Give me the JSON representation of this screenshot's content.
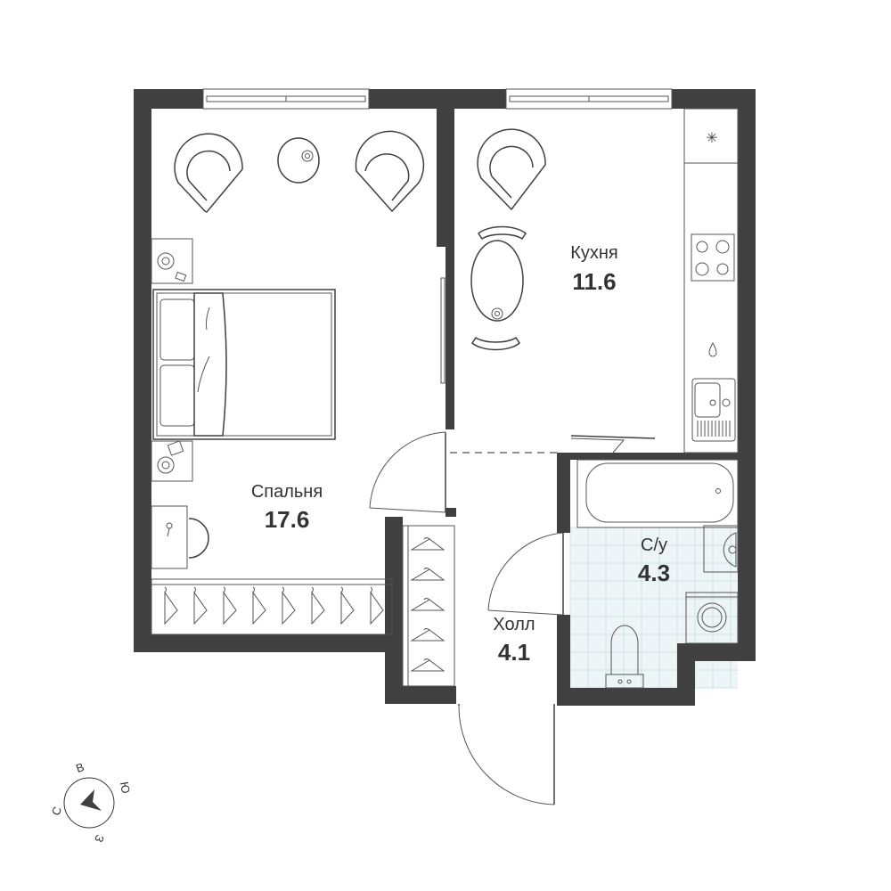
{
  "rooms": [
    {
      "name": "Спальня",
      "area": "17.6"
    },
    {
      "name": "Кухня",
      "area": "11.6"
    },
    {
      "name": "С/у",
      "area": "4.3"
    },
    {
      "name": "Холл",
      "area": "4.1"
    }
  ],
  "compass": {
    "north": "С",
    "east": "В",
    "south": "Ю",
    "west": "З"
  },
  "colors": {
    "wall": "#404040",
    "tile": "#cfe3e6"
  }
}
